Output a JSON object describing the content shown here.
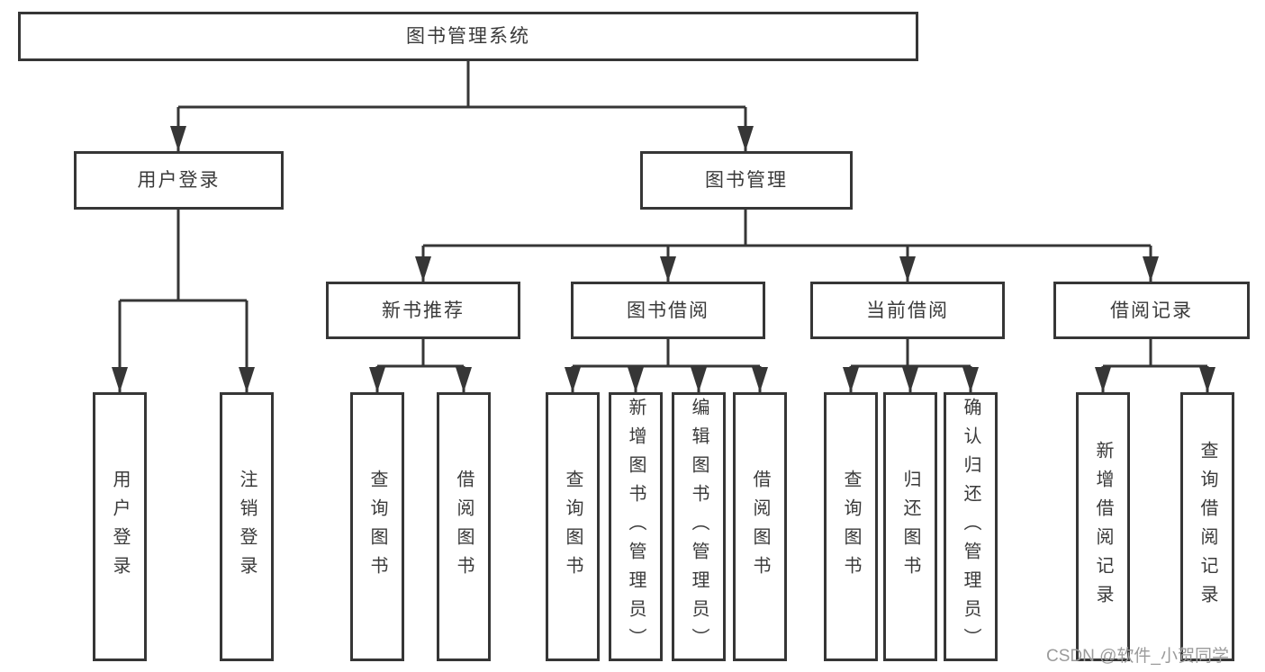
{
  "diagram": {
    "root": {
      "label": "图书管理系统"
    },
    "branches": [
      {
        "label": "用户登录",
        "children": [
          {
            "label": "用户登录"
          },
          {
            "label": "注销登录"
          }
        ]
      },
      {
        "label": "图书管理",
        "children": [
          {
            "label": "新书推荐",
            "children": [
              {
                "label": "查询图书"
              },
              {
                "label": "借阅图书"
              }
            ]
          },
          {
            "label": "图书借阅",
            "children": [
              {
                "label": "查询图书"
              },
              {
                "label": "新增图书（管理员）"
              },
              {
                "label": "编辑图书（管理员）"
              },
              {
                "label": "借阅图书"
              }
            ]
          },
          {
            "label": "当前借阅",
            "children": [
              {
                "label": "查询图书"
              },
              {
                "label": "归还图书"
              },
              {
                "label": "确认归还（管理员）"
              }
            ]
          },
          {
            "label": "借阅记录",
            "children": [
              {
                "label": "新增借阅记录"
              },
              {
                "label": "查询借阅记录"
              }
            ]
          }
        ]
      }
    ]
  },
  "watermark": "CSDN @软件_小贺同学",
  "colors": {
    "line": "#363636",
    "box_border": "#363636",
    "text": "#3a3a3a",
    "watermark": "#9b9b9b",
    "background": "#ffffff"
  }
}
